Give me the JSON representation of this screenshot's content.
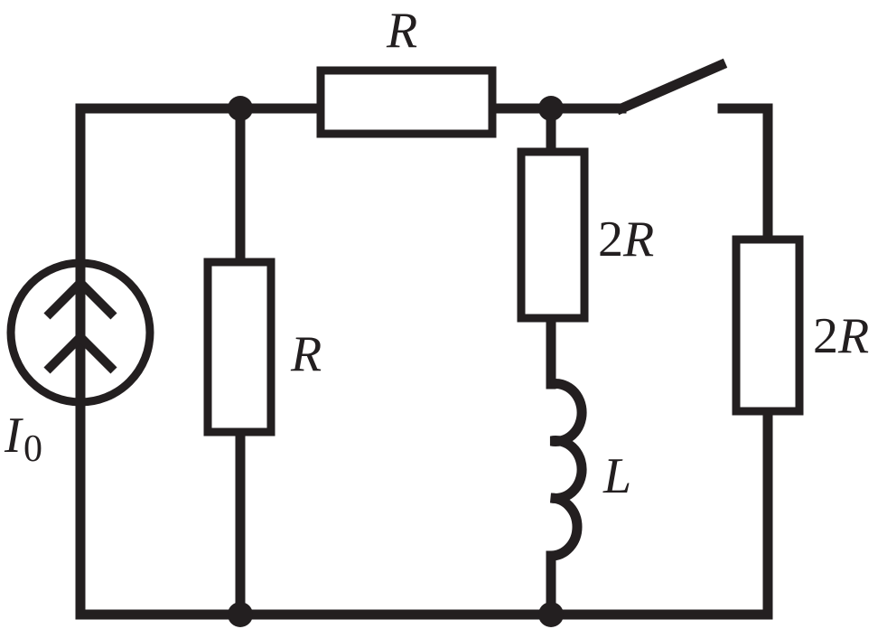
{
  "labels": {
    "top_resistor": {
      "italic": "R"
    },
    "left_resistor": {
      "italic": "R"
    },
    "middle_resistor": {
      "coef": "2",
      "italic": "R"
    },
    "right_resistor": {
      "coef": "2",
      "italic": "R"
    },
    "inductor": {
      "italic": "L"
    },
    "source": {
      "italic": "I",
      "subscript": "0"
    }
  }
}
